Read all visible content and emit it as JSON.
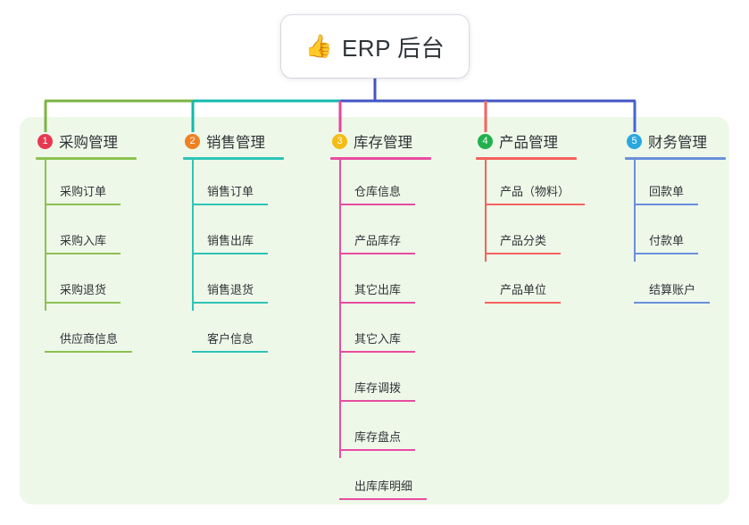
{
  "root": {
    "icon": "thumbs-up-icon",
    "icon_glyph": "👍",
    "label": "ERP 后台"
  },
  "theme": {
    "page_background": "#ffffff",
    "panel_background": "#eef8e9",
    "node_background": "#ffffff",
    "text_color": "#2f3438",
    "bus_segment_1": "#7cb342",
    "bus_segment_2": "#12b9ab",
    "bus_segment_3": "#4455c6"
  },
  "columns": [
    {
      "index": "1",
      "badge_color": "#e8384f",
      "line_color": "#8cc152",
      "drop_color": "#7cb342",
      "title": "采购管理",
      "head_rule_width": 113,
      "items": [
        {
          "label": "采购订单",
          "rule_width": 85
        },
        {
          "label": "采购入库",
          "rule_width": 85
        },
        {
          "label": "采购退货",
          "rule_width": 85
        },
        {
          "label": "供应商信息",
          "rule_width": 98
        }
      ]
    },
    {
      "index": "2",
      "badge_color": "#f08023",
      "line_color": "#2ec4b6",
      "drop_color": "#12b9ab",
      "title": "销售管理",
      "head_rule_width": 113,
      "items": [
        {
          "label": "销售订单",
          "rule_width": 85
        },
        {
          "label": "销售出库",
          "rule_width": 85
        },
        {
          "label": "销售退货",
          "rule_width": 85
        },
        {
          "label": "客户信息",
          "rule_width": 85
        }
      ]
    },
    {
      "index": "3",
      "badge_color": "#f5bc16",
      "line_color": "#e84d9e",
      "drop_color": "#e8459a",
      "title": "库存管理",
      "head_rule_width": 113,
      "items": [
        {
          "label": "仓库信息",
          "rule_width": 85
        },
        {
          "label": "产品库存",
          "rule_width": 85
        },
        {
          "label": "其它出库",
          "rule_width": 85
        },
        {
          "label": "其它入库",
          "rule_width": 85
        },
        {
          "label": "库存调拨",
          "rule_width": 85
        },
        {
          "label": "库存盘点",
          "rule_width": 85
        },
        {
          "label": "出库库明细",
          "rule_width": 98
        }
      ]
    },
    {
      "index": "4",
      "badge_color": "#22b14c",
      "line_color": "#f4625f",
      "drop_color": "#f4625f",
      "title": "产品管理",
      "head_rule_width": 113,
      "items": [
        {
          "label": "产品（物料）",
          "rule_width": 112
        },
        {
          "label": "产品分类",
          "rule_width": 85
        },
        {
          "label": "产品单位",
          "rule_width": 85
        }
      ]
    },
    {
      "index": "5",
      "badge_color": "#29a8e0",
      "line_color": "#6a8fdc",
      "drop_color": "#4566cf",
      "title": "财务管理",
      "head_rule_width": 113,
      "items": [
        {
          "label": "回款单",
          "rule_width": 72
        },
        {
          "label": "付款单",
          "rule_width": 72
        },
        {
          "label": "结算账户",
          "rule_width": 85
        }
      ]
    }
  ]
}
